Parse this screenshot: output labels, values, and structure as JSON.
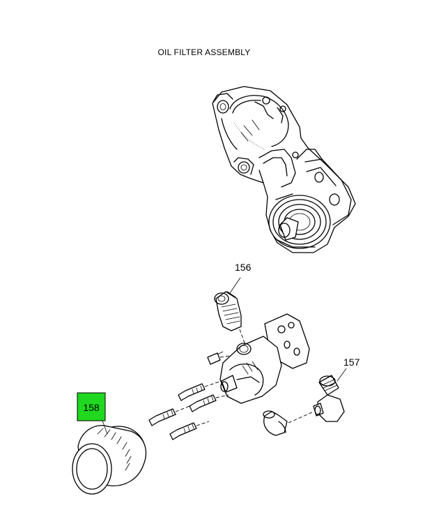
{
  "title": "OIL FILTER ASSEMBLY",
  "callouts": [
    {
      "id": "156",
      "label": "156",
      "highlighted": false
    },
    {
      "id": "157",
      "label": "157",
      "highlighted": false
    },
    {
      "id": "158",
      "label": "158",
      "highlighted": true
    }
  ],
  "colors": {
    "highlight": "#1fd81f",
    "line": "#000000",
    "background": "#ffffff"
  }
}
